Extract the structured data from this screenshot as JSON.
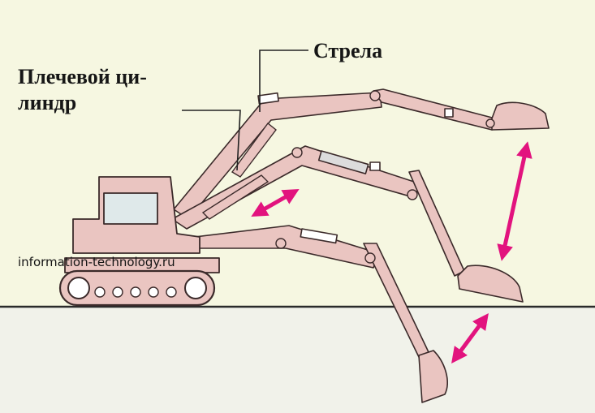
{
  "labels": {
    "boom": "Стрела",
    "boom_cylinder_line1": "Плечевой ци-",
    "boom_cylinder_line2": "линдр"
  },
  "watermark": "information-technology.ru",
  "colors": {
    "background": "#f6f7e1",
    "ground_fill": "#f1f2ea",
    "boom_fill": "#eac5c1",
    "outline": "#3b2a2a",
    "cab_window": "#dfe9ea",
    "motion_arrow": "#e2137e",
    "leader_line": "#222222"
  },
  "icons": [
    "excavator-body",
    "track",
    "boom",
    "stick",
    "bucket",
    "hydraulic-cylinder",
    "motion-arrow"
  ]
}
